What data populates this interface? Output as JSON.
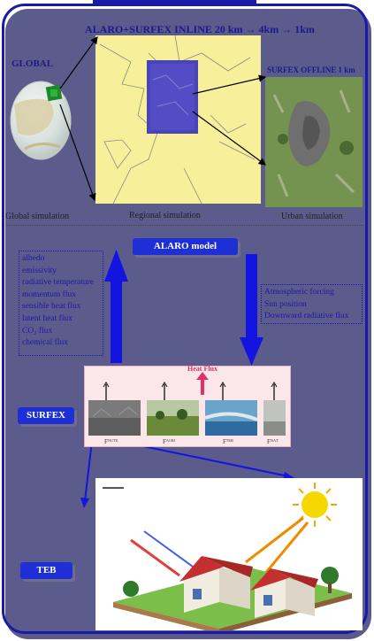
{
  "header": {
    "title": "ALARO+SURFEX INLINE 20 km → 4km → 1km"
  },
  "labels": {
    "global": "GLOBAL",
    "offline": "SURFEX OFFLINE 1 km",
    "global_sim": "Global simulation",
    "regional_sim": "Regional simulation",
    "urban_sim": "Urban simulation"
  },
  "models": {
    "alaro": "ALARO model",
    "surfex": "SURFEX",
    "teb": "TEB"
  },
  "surface_outputs": [
    "albedo",
    "emissivity",
    "radiative temperature",
    "momentum flux",
    "sensible heat flux",
    "latent heat flux",
    "CO₂ flux",
    "chemical flux"
  ],
  "atmospheric_inputs": [
    "Atmospheric forcing",
    "Sun position",
    "Downward radiative flux"
  ],
  "surfex_panel": {
    "title": "Heat Flux",
    "tiles": [
      "Fᴺᵁᵀᴱ",
      "Fᴬᴳᴿᴵ",
      "Fᵀᴱᴮ",
      "Fᴺᴬᵀ"
    ]
  },
  "colors": {
    "accent": "#1a1aa8",
    "button": "#1f2fd6",
    "arrow": "#1414e0",
    "heat": "#e0306a"
  }
}
